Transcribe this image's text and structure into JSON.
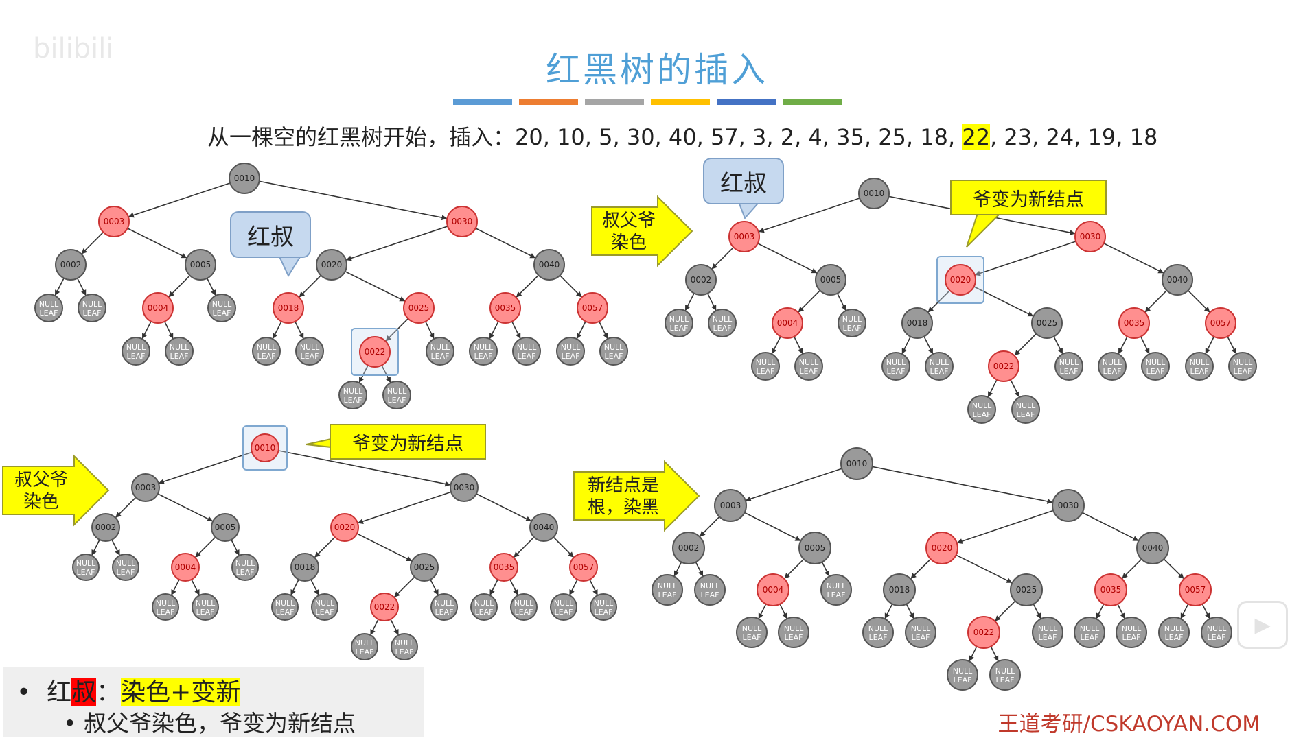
{
  "watermark": "bilibili",
  "title": "红黑树的插入",
  "color_bars": [
    "#5b9bd5",
    "#ed7d31",
    "#a5a5a5",
    "#ffc000",
    "#4472c4",
    "#70ad47"
  ],
  "sequence": {
    "prefix": "从一棵空的红黑树开始，插入：20, 10, 5, 30, 40, 57, 3, 2, 4, 35, 25, 18, ",
    "highlight": "22",
    "suffix": ", 23, 24, 19, 18"
  },
  "callouts": {
    "red_uncle_1": "红叔",
    "red_uncle_2": "红叔",
    "grandpa_new_1": "爷变为新结点",
    "grandpa_new_2": "爷变为新结点"
  },
  "arrows": {
    "recolor_1": "叔父爷\n染色",
    "recolor_2": "叔父爷\n染色",
    "root_black": "新结点是\n根，染黑"
  },
  "summary": {
    "bullet": "•",
    "line1_pre": "红",
    "line1_red": "叔",
    "line1_colon": "：",
    "line1_yellow": "染色+变新",
    "line2": "•  叔父爷染色，爷变为新结点"
  },
  "footer": "王道考研/CSKAOYAN.COM",
  "node_colors": {
    "black": "#9a9a9a",
    "red": "#ff8f8f",
    "black_stroke": "#555555",
    "red_stroke": "#cc3333"
  },
  "null_label": [
    "NULL",
    "LEAF"
  ],
  "trees": [
    {
      "name": "tree-1",
      "nodes": [
        {
          "id": "0010",
          "c": "b"
        },
        {
          "id": "0003",
          "c": "r"
        },
        {
          "id": "0030",
          "c": "r"
        },
        {
          "id": "0002",
          "c": "b"
        },
        {
          "id": "0005",
          "c": "b"
        },
        {
          "id": "0020",
          "c": "b"
        },
        {
          "id": "0040",
          "c": "b"
        },
        {
          "id": "0004",
          "c": "r"
        },
        {
          "id": "0018",
          "c": "r"
        },
        {
          "id": "0025",
          "c": "r"
        },
        {
          "id": "0035",
          "c": "r"
        },
        {
          "id": "0057",
          "c": "r"
        },
        {
          "id": "0022",
          "c": "r"
        }
      ],
      "edges": [
        [
          "0010",
          "0003"
        ],
        [
          "0010",
          "0030"
        ],
        [
          "0003",
          "0002"
        ],
        [
          "0003",
          "0005"
        ],
        [
          "0030",
          "0020"
        ],
        [
          "0030",
          "0040"
        ],
        [
          "0005",
          "0004"
        ],
        [
          "0020",
          "0018"
        ],
        [
          "0020",
          "0025"
        ],
        [
          "0040",
          "0035"
        ],
        [
          "0040",
          "0057"
        ],
        [
          "0025",
          "0022"
        ]
      ],
      "focus": "0022"
    },
    {
      "name": "tree-2",
      "nodes": [
        {
          "id": "0010",
          "c": "b"
        },
        {
          "id": "0003",
          "c": "r"
        },
        {
          "id": "0030",
          "c": "r"
        },
        {
          "id": "0002",
          "c": "b"
        },
        {
          "id": "0005",
          "c": "b"
        },
        {
          "id": "0020",
          "c": "r"
        },
        {
          "id": "0040",
          "c": "b"
        },
        {
          "id": "0004",
          "c": "r"
        },
        {
          "id": "0018",
          "c": "b"
        },
        {
          "id": "0025",
          "c": "b"
        },
        {
          "id": "0035",
          "c": "r"
        },
        {
          "id": "0057",
          "c": "r"
        },
        {
          "id": "0022",
          "c": "r"
        }
      ],
      "edges": [
        [
          "0010",
          "0003"
        ],
        [
          "0010",
          "0030"
        ],
        [
          "0003",
          "0002"
        ],
        [
          "0003",
          "0005"
        ],
        [
          "0030",
          "0020"
        ],
        [
          "0030",
          "0040"
        ],
        [
          "0005",
          "0004"
        ],
        [
          "0020",
          "0018"
        ],
        [
          "0020",
          "0025"
        ],
        [
          "0040",
          "0035"
        ],
        [
          "0040",
          "0057"
        ],
        [
          "0025",
          "0022"
        ]
      ],
      "focus": "0020"
    },
    {
      "name": "tree-3",
      "nodes": [
        {
          "id": "0010",
          "c": "r"
        },
        {
          "id": "0003",
          "c": "b"
        },
        {
          "id": "0030",
          "c": "b"
        },
        {
          "id": "0002",
          "c": "b"
        },
        {
          "id": "0005",
          "c": "b"
        },
        {
          "id": "0020",
          "c": "r"
        },
        {
          "id": "0040",
          "c": "b"
        },
        {
          "id": "0004",
          "c": "r"
        },
        {
          "id": "0018",
          "c": "b"
        },
        {
          "id": "0025",
          "c": "b"
        },
        {
          "id": "0035",
          "c": "r"
        },
        {
          "id": "0057",
          "c": "r"
        },
        {
          "id": "0022",
          "c": "r"
        }
      ],
      "edges": [
        [
          "0010",
          "0003"
        ],
        [
          "0010",
          "0030"
        ],
        [
          "0003",
          "0002"
        ],
        [
          "0003",
          "0005"
        ],
        [
          "0030",
          "0020"
        ],
        [
          "0030",
          "0040"
        ],
        [
          "0005",
          "0004"
        ],
        [
          "0020",
          "0018"
        ],
        [
          "0020",
          "0025"
        ],
        [
          "0040",
          "0035"
        ],
        [
          "0040",
          "0057"
        ],
        [
          "0025",
          "0022"
        ]
      ],
      "focus": "0010"
    },
    {
      "name": "tree-4",
      "nodes": [
        {
          "id": "0010",
          "c": "b"
        },
        {
          "id": "0003",
          "c": "b"
        },
        {
          "id": "0030",
          "c": "b"
        },
        {
          "id": "0002",
          "c": "b"
        },
        {
          "id": "0005",
          "c": "b"
        },
        {
          "id": "0020",
          "c": "r"
        },
        {
          "id": "0040",
          "c": "b"
        },
        {
          "id": "0004",
          "c": "r"
        },
        {
          "id": "0018",
          "c": "b"
        },
        {
          "id": "0025",
          "c": "b"
        },
        {
          "id": "0035",
          "c": "r"
        },
        {
          "id": "0057",
          "c": "r"
        },
        {
          "id": "0022",
          "c": "r"
        }
      ],
      "edges": [
        [
          "0010",
          "0003"
        ],
        [
          "0010",
          "0030"
        ],
        [
          "0003",
          "0002"
        ],
        [
          "0003",
          "0005"
        ],
        [
          "0030",
          "0020"
        ],
        [
          "0030",
          "0040"
        ],
        [
          "0005",
          "0004"
        ],
        [
          "0020",
          "0018"
        ],
        [
          "0020",
          "0025"
        ],
        [
          "0040",
          "0035"
        ],
        [
          "0040",
          "0057"
        ],
        [
          "0025",
          "0022"
        ]
      ],
      "focus": null
    }
  ]
}
